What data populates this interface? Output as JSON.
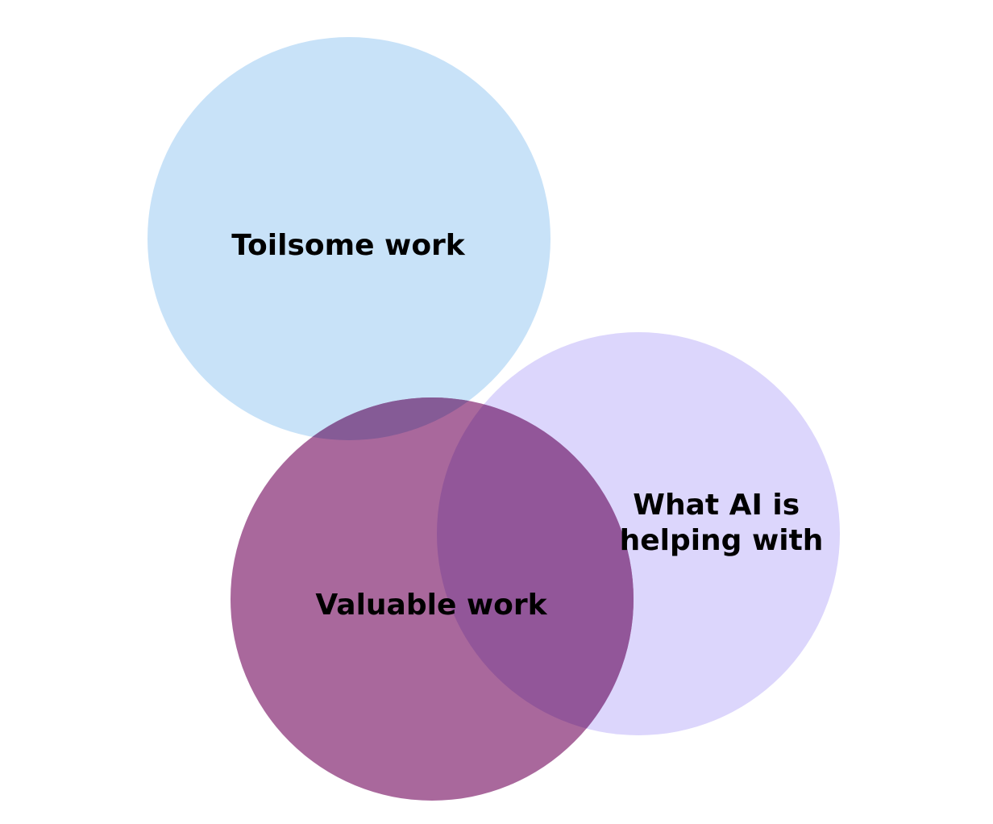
{
  "diagram": {
    "sets": [
      {
        "id": "toilsome",
        "label_lines": [
          "Toilsome work"
        ],
        "color": "#c8e2f8"
      },
      {
        "id": "ai_helping",
        "label_lines": [
          "What AI is",
          "helping with"
        ],
        "color": "#dcd6fc"
      },
      {
        "id": "valuable",
        "label_lines": [
          "Valuable work"
        ],
        "color": "#a9689c"
      }
    ],
    "overlap_colors": {
      "toilsome_and_valuable": "#855b96",
      "valuable_and_ai_helping": "#925699"
    }
  }
}
